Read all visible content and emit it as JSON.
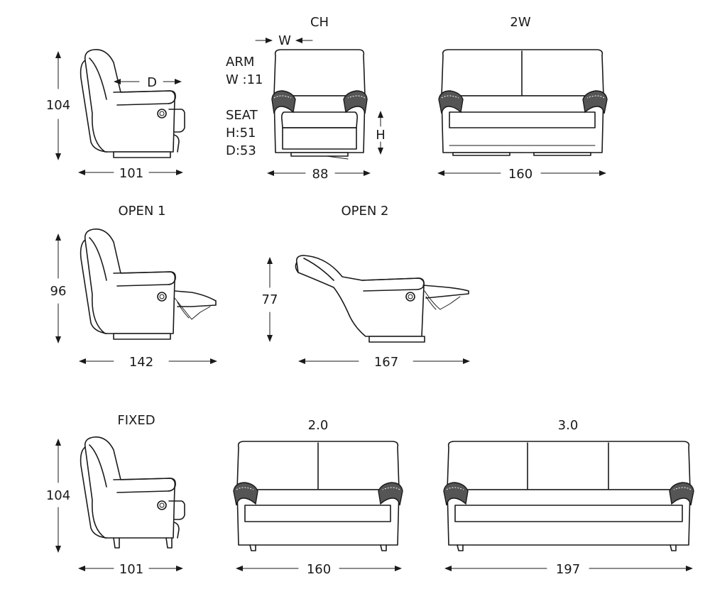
{
  "titles": {
    "ch": "CH",
    "two_w": "2W",
    "open1": "OPEN 1",
    "open2": "OPEN 2",
    "fixed": "FIXED",
    "two_zero": "2.0",
    "three_zero": "3.0"
  },
  "specs": {
    "arm_label": "ARM",
    "arm_width": "W :11",
    "seat_label": "SEAT",
    "seat_height": "H:51",
    "seat_depth": "D:53"
  },
  "markers": {
    "w": "W",
    "d": "D",
    "h": "H"
  },
  "dimensions": {
    "side_height": "104",
    "side_width": "101",
    "ch_width": "88",
    "two_w_width": "160",
    "open1_height": "96",
    "open1_width": "142",
    "open2_height": "77",
    "open2_width": "167",
    "fixed_height": "104",
    "fixed_width": "101",
    "two_zero_width": "160",
    "three_zero_width": "197"
  }
}
